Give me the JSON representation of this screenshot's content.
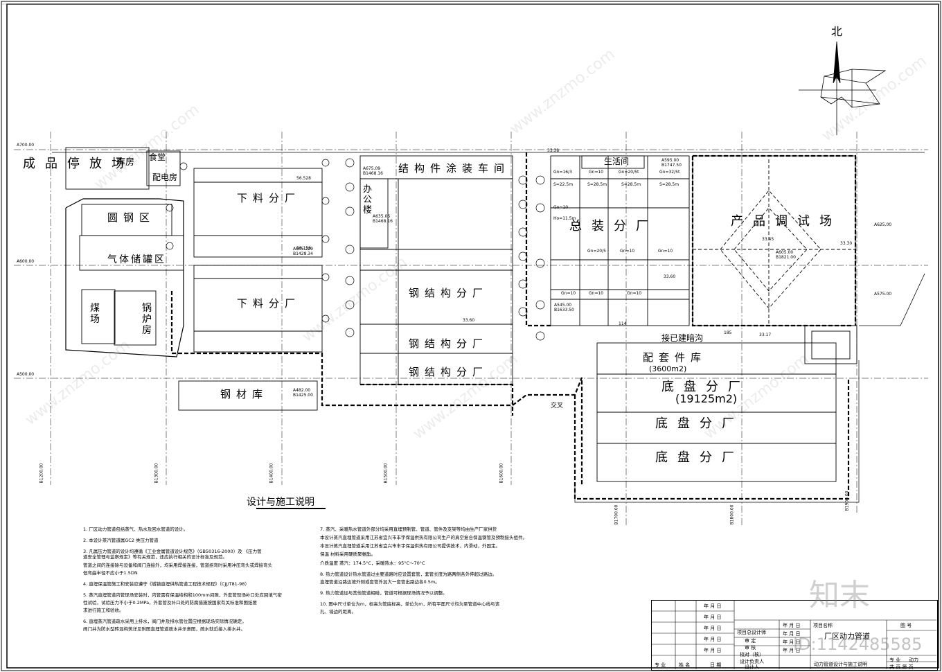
{
  "drawing": {
    "north_label": "北",
    "axis_rows": [
      "A700.00",
      "A600.00",
      "A500.00"
    ],
    "axis_cols": [
      "B1200.00",
      "B1300.00",
      "B1400.00",
      "B1500.00",
      "B1600.00",
      "B1700.00",
      "B1800.00",
      "B1900.00"
    ],
    "buildings": {
      "finished_parking": "成品停放场",
      "warehouse": "库房",
      "canteen": "食堂",
      "distribution_room": "配电房",
      "round_steel_area": "圆钢区",
      "gas_storage": "气体储罐区",
      "coal_yard": "煤场",
      "boiler_room": "锅炉房",
      "cutting_plant_1": "下料分厂",
      "cutting_plant_2": "下料分厂",
      "steel_warehouse": "钢材库",
      "structure_paint": "结构件涂装车间",
      "office_building": "办公楼",
      "steel_structure_1": "钢结构分厂",
      "steel_structure_2": "钢结构分厂",
      "steel_structure_3": "钢结构分厂",
      "assembly_plant": "总装分厂",
      "living_room": "生活间",
      "product_test": "产品调试场",
      "parts_store": "配套件库",
      "parts_store_area": "(3600m2)",
      "chassis_1": "底盘分厂",
      "chassis_area": "(19125m2)",
      "chassis_2": "底盘分厂",
      "chassis_3": "底盘分厂",
      "connect_existing": "接已建暗沟",
      "intersection": "交叉"
    },
    "elevations": [
      "56.528",
      "56.156",
      "33.60",
      "33.60",
      "33.17",
      "33.38",
      "33.30",
      "33.45"
    ],
    "coords": [
      "A675.09",
      "B1468.16",
      "A635.06",
      "B1468.16",
      "A605.229",
      "B1428.34",
      "A545.00",
      "B1633.50",
      "A482.00",
      "B1425.00",
      "A595.00",
      "B1747.50",
      "A605.00",
      "B1821.00",
      "A625.00",
      "A575.00"
    ],
    "room_labels": [
      "Gn=16/3",
      "Gn=10",
      "Gn=20/5t",
      "Gn=32/5t",
      "S=22.5m",
      "S=28.5m",
      "S=28.5m",
      "S=28.5m",
      "Gn=10",
      "Ho=11.5m",
      "Gn=20/5",
      "Gn=10",
      "Gn=10",
      "Gn=10",
      "Gn=10",
      "Gn=10",
      "114",
      "185"
    ]
  },
  "notes": {
    "title": "设计与施工说明",
    "left": [
      "1.   厂区动力管道包括蒸气、热水及回水管道的设计。",
      "2.   本设计蒸汽管道属GC2 类压力管道",
      "3.   凡属压力管道的设计均遵循《工业金属管道设计规范》（GB50316-2000）及 《压力管",
      "     道安全管理与监察规定》等有关规范，还应执行相关的设计标准及规范。",
      "     管道之间的连接除与设备和阀门连接外，均采用焊接连接，管道拐弯时采用冲压弯头或焊接弯头",
      "     但弯曲半径不应小于1.5DN",
      "4.   直埋保温管施工和安装应遵守《城镇直埋供热管道工程技术规程》（CJJ/T81-98）",
      "5.   蒸汽直埋管道内管现场安装时，内管需有保温结构和100mm间隙，外套管现场补口处应回填气密",
      "     性试验，试验压力不小于0.2MPa，外套管及补口处的防腐措施按国家有关标准和图纸要",
      "     求进行施工和验收。",
      "6.   直埋蒸汽管道疏水采用上排水，阀门井及排水管位置应根据现场实际情况确定。",
      "     阀门井为防水型砖混构筑详见附图直埋管道疏水井示意图，疏水就近接入排水井。"
    ],
    "right": [
      "7.   蒸汽、采暖热水管道外部分均采用直埋预制管、管道、管件及支架等均由生产厂家供货",
      "     本设计蒸汽直埋管道采用江苏省宜兴市丰宇保温供热有限公司生产的真空复合保温钢管及预制接头组件。",
      "     本设计蒸汽直埋管道采用江苏省宜兴市丰宇保温供热有限公司提供技术，内滑动，外固定。",
      "     保温  材料采用硬质聚氨酯。",
      "     介质温度       蒸汽：174.5°C，采暖热水：95°C～70°C",
      "8.   热力管道设计热水管道过主要道路时应设置套管，套管长度为路两侧各外伸超过路边。",
      "     直埋管道沿路边坡外侧或套管外加大一套管出路边各0.5m。",
      "9.   热力管道加与其他管道相碰，管道可根据现场情况予以调整。",
      "10.  图中尺寸单位为m，标高为管底标高，单位为m，所有平面尺寸均为至管道中心线与该",
      "     孔、墙边的距离。"
    ]
  },
  "title_block": {
    "date_label": "年 月 日",
    "rows_left": [
      "项目总设计师",
      "审 定",
      "审 核",
      "校对（核）",
      "设计负责人",
      "设计人"
    ],
    "project_label": "项目名称",
    "sheet_title": "厂区动力管道",
    "sheet_subtitle": "动力管道设计与施工说明",
    "fig_label": "图 号",
    "major_label": "专 业",
    "major_value": "动力",
    "pages_label": "共 页  第 页",
    "bottom_left": [
      "专 业",
      "姓 名",
      "日 期"
    ]
  },
  "watermark": {
    "brand": "知末",
    "id_text": "ID:1142485585",
    "url": "www.znzmo.com"
  }
}
